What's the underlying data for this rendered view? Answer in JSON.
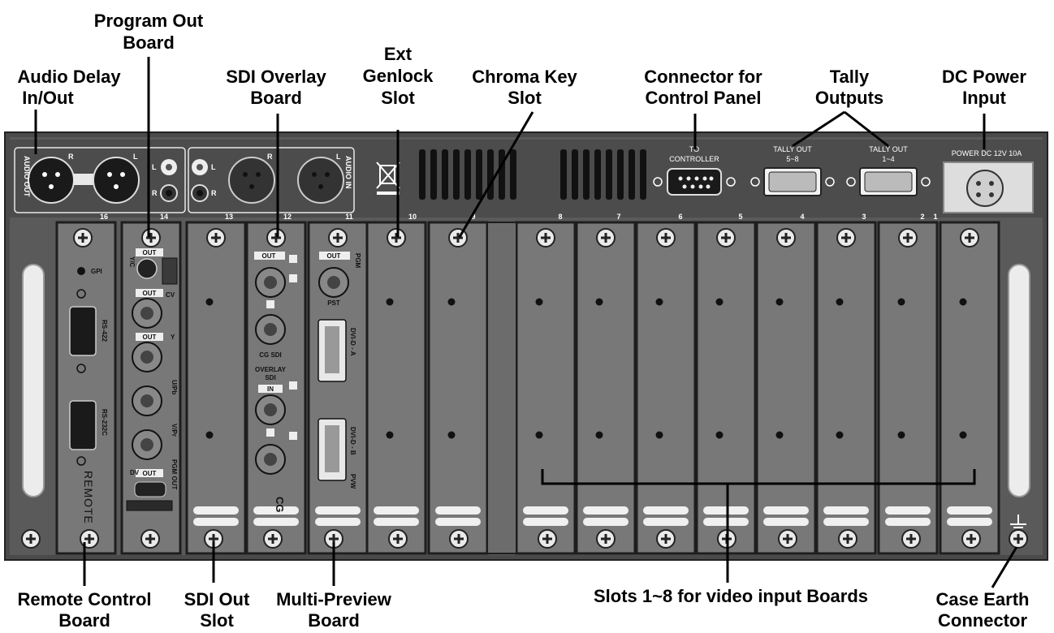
{
  "callouts": {
    "program_out": [
      "Program Out",
      "Board"
    ],
    "audio_delay": [
      "Audio Delay",
      "In/Out"
    ],
    "sdi_overlay": [
      "SDI Overlay",
      "Board"
    ],
    "ext_genlock": [
      "Ext",
      "Genlock",
      "Slot"
    ],
    "chroma_key": [
      "Chroma Key",
      "Slot"
    ],
    "connector_panel": [
      "Connector for",
      "Control Panel"
    ],
    "tally_outputs": [
      "Tally",
      "Outputs"
    ],
    "dc_power": [
      "DC Power",
      "Input"
    ],
    "remote_control": [
      "Remote Control",
      "Board"
    ],
    "sdi_out": [
      "SDI Out",
      "Slot"
    ],
    "multi_preview": [
      "Multi-Preview",
      "Board"
    ],
    "slots_video": [
      "Slots 1~8 for video input Boards"
    ],
    "case_earth": [
      "Case Earth",
      "Connector"
    ]
  },
  "panel": {
    "audio_out": "AUDIO OUT",
    "audio_in": "AUDIO IN",
    "r": "R",
    "l": "L",
    "to_controller": [
      "TO",
      "CONTROLLER"
    ],
    "tally_out_58": [
      "TALLY OUT",
      "5~8"
    ],
    "tally_out_14": [
      "TALLY OUT",
      "1~4"
    ],
    "power": "POWER DC 12V 10A",
    "slot_numbers": [
      "16",
      "14",
      "13",
      "12",
      "11",
      "10",
      "9",
      "8",
      "7",
      "6",
      "5",
      "4",
      "3",
      "2",
      "1"
    ],
    "gpi": "GPI",
    "rs422": "RS-422",
    "rs232c": "RS-232C",
    "remote": "REMOTE",
    "out": "OUT",
    "in": "IN",
    "yc": "Y/C",
    "cv": "CV",
    "y": "Y",
    "upb": "U/Pb",
    "vpr": "V/Pr",
    "dv": "DV",
    "pgm_out": "PGM OUT",
    "pgm": "PGM",
    "pst": "PST",
    "cg_sdi": "CG SDI",
    "overlay_sdi": [
      "OVERLAY",
      "SDI"
    ],
    "cg": "CG",
    "dvid_a": "DVI-D - A",
    "dvid_b": "DVI-D - B",
    "pvw": "PVW"
  }
}
